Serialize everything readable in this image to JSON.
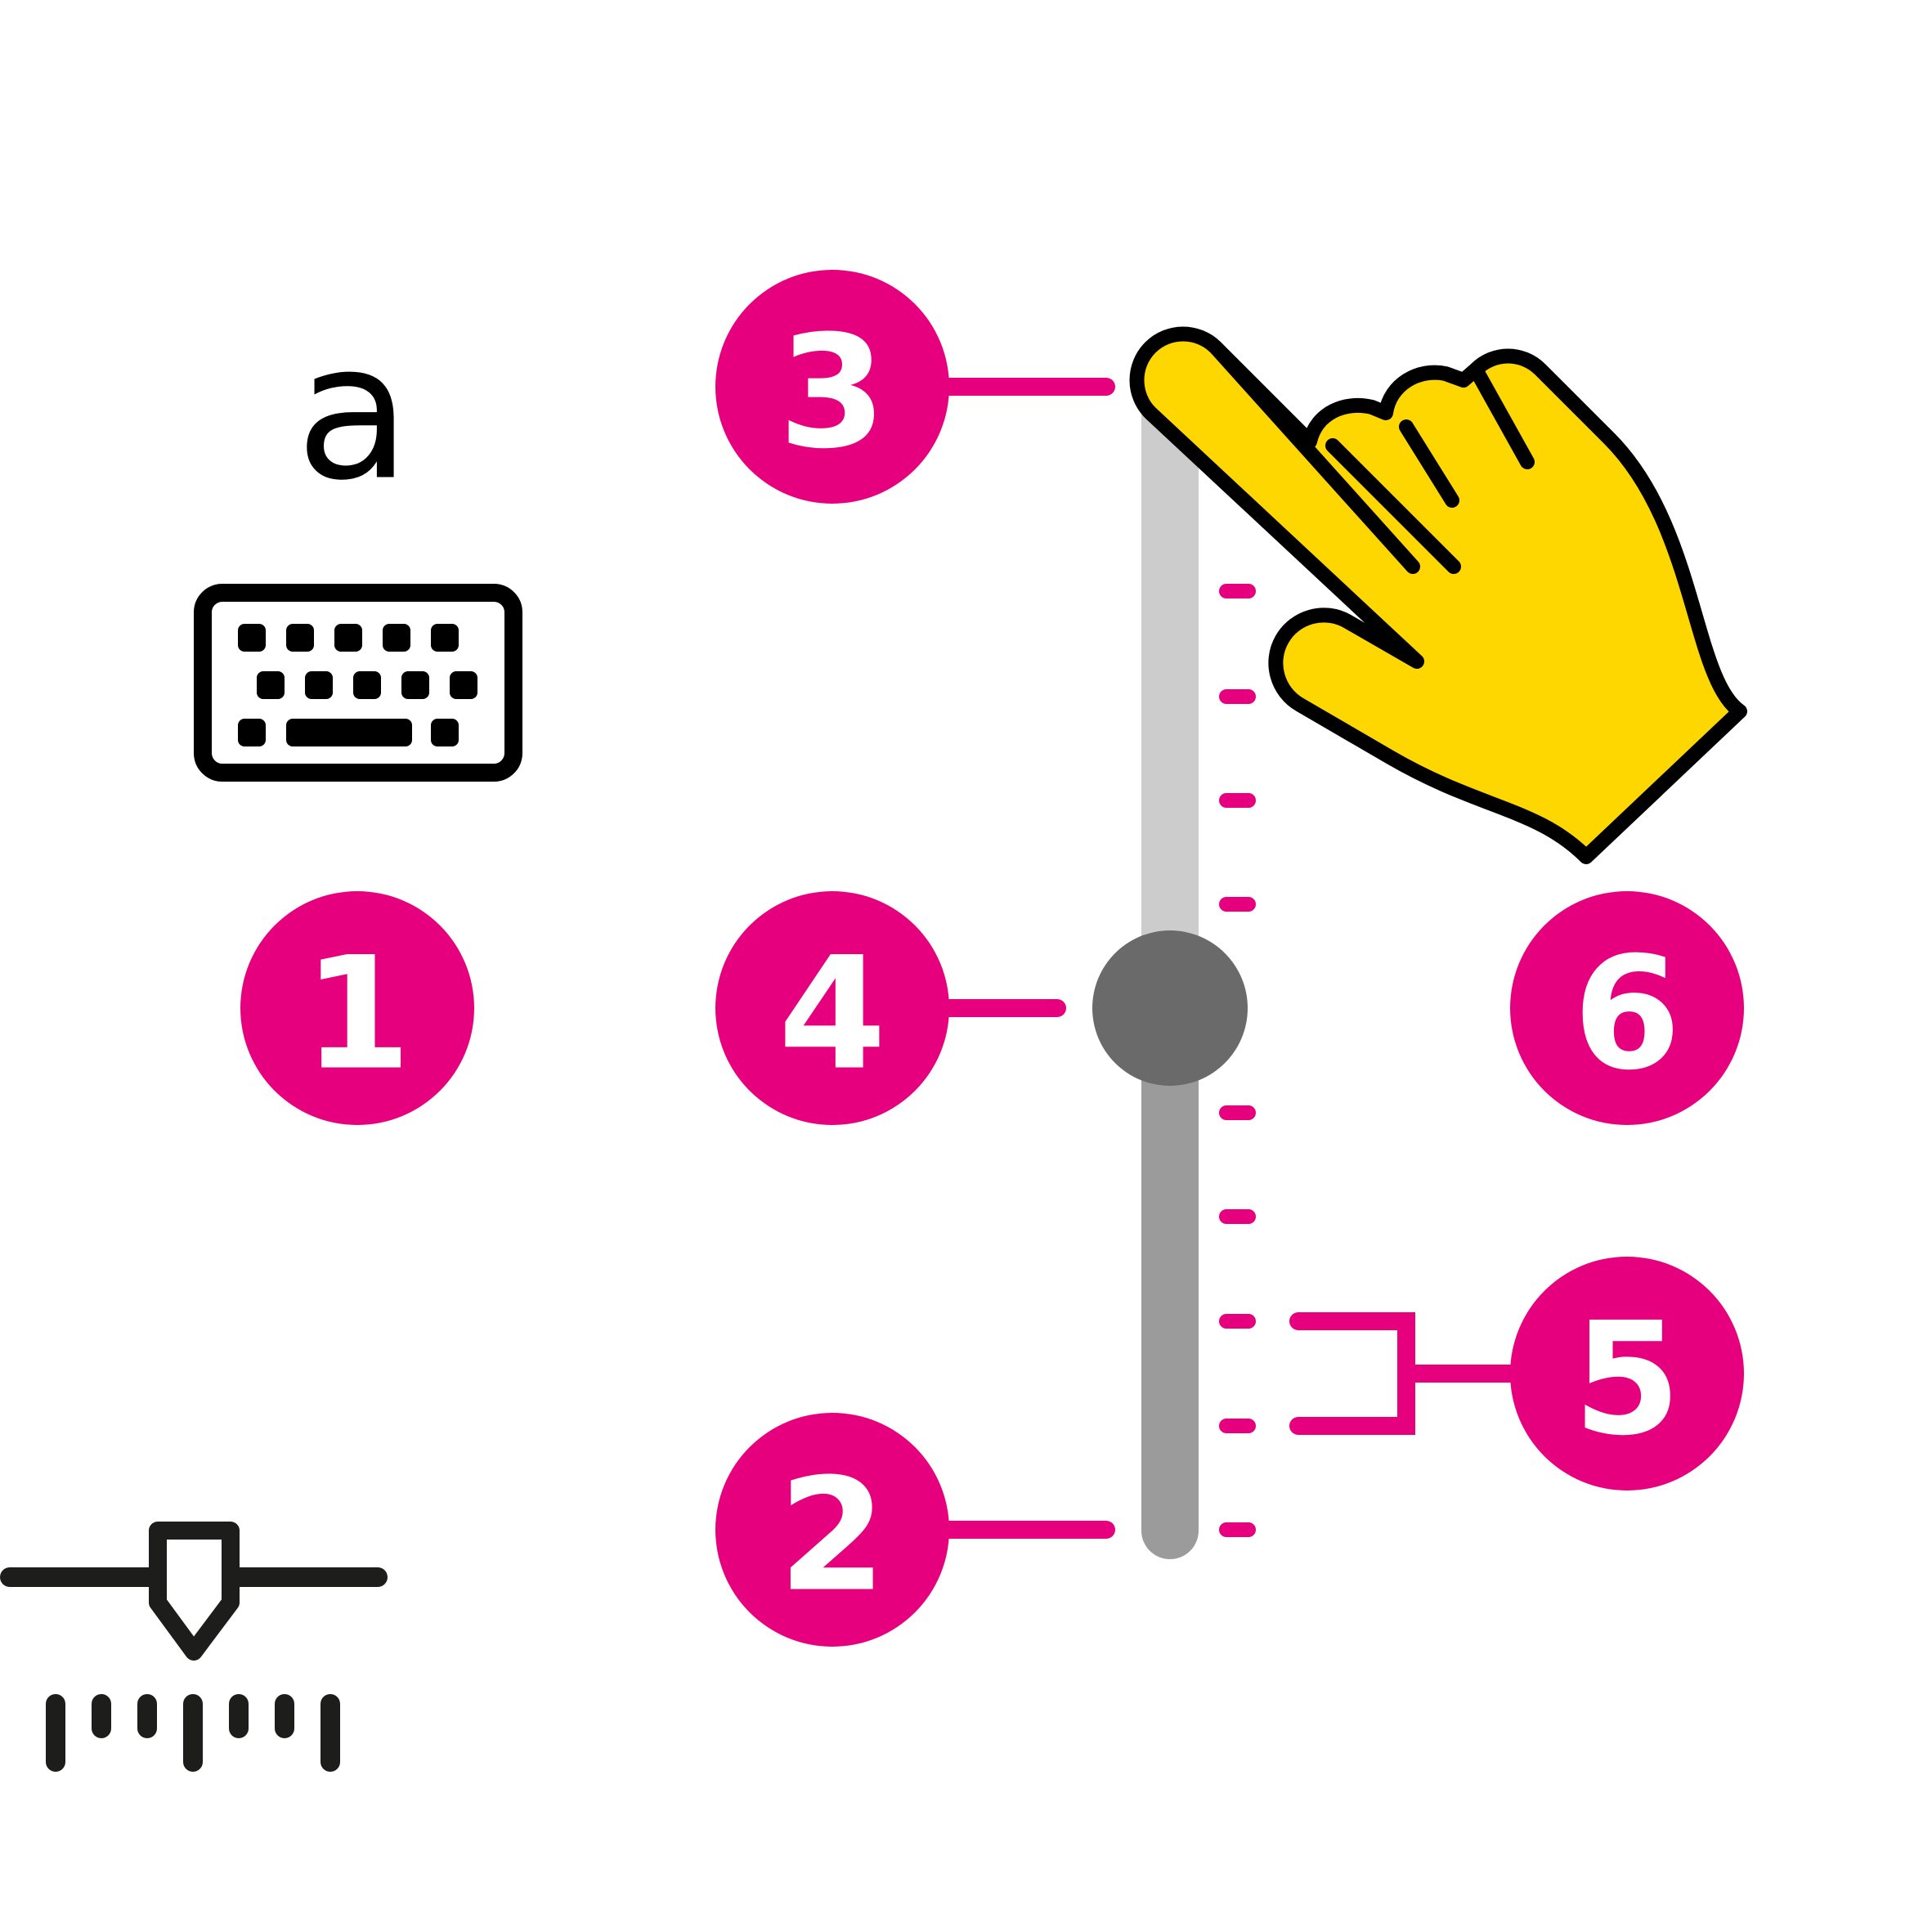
{
  "keyboard_letter": "a",
  "callouts": [
    {
      "id": "1",
      "label": "1"
    },
    {
      "id": "2",
      "label": "2"
    },
    {
      "id": "3",
      "label": "3"
    },
    {
      "id": "4",
      "label": "4"
    },
    {
      "id": "5",
      "label": "5"
    },
    {
      "id": "6",
      "label": "6"
    }
  ],
  "slider": {
    "value": 0.5
  },
  "icons": [
    "keyboard-icon",
    "hand-pointer-icon",
    "horizontal-slider-icon"
  ],
  "colors": {
    "accent": "#E6007E",
    "hand": "#FFD700",
    "track_filled": "#9B9B9B",
    "track_unfilled": "#CCCCCC",
    "thumb": "#6A6A6A",
    "outline": "#000000"
  }
}
